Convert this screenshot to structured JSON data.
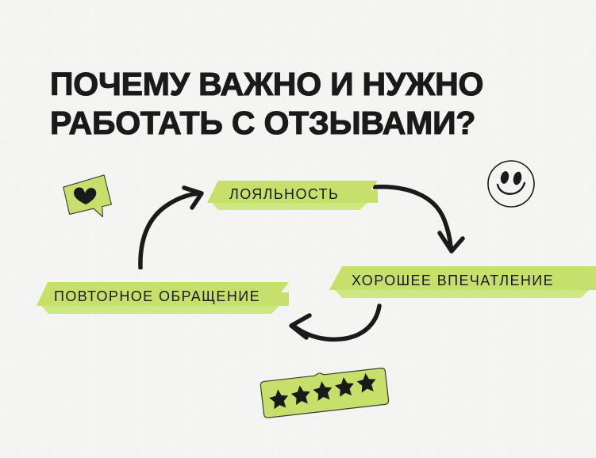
{
  "page": {
    "background_color": "#f4f4f2",
    "accent_green": "#c6e06b",
    "accent_green_light": "#cde781",
    "ink": "#1a1a1a"
  },
  "title": {
    "line1": "ПОЧЕМУ ВАЖНО И НУЖНО",
    "line2": "РАБОТАТЬ С ОТЗЫВАМИ?"
  },
  "cycle": {
    "steps": [
      {
        "id": "loyalty",
        "label": "ЛОЯЛЬНОСТЬ"
      },
      {
        "id": "impression",
        "label": "ХОРОШЕЕ ВПЕЧАТЛЕНИЕ"
      },
      {
        "id": "repeat",
        "label": "ПОВТОРНОЕ ОБРАЩЕНИЕ"
      }
    ]
  },
  "decorations": {
    "heart_bubble_icon": "heart-speech-bubble-icon",
    "smiley_icon": "smiley-face-icon",
    "stars_badge": {
      "icon": "five-stars-badge-icon",
      "star_count": 5
    },
    "arrows": [
      {
        "id": "arrow-up",
        "icon": "curved-arrow-up-right-icon"
      },
      {
        "id": "arrow-right",
        "icon": "curved-arrow-down-icon"
      },
      {
        "id": "arrow-back",
        "icon": "curved-arrow-left-icon"
      }
    ]
  }
}
